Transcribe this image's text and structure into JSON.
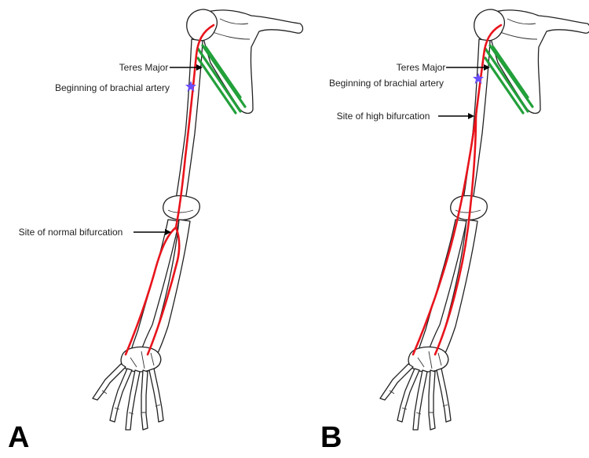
{
  "colors": {
    "artery": "#e8141c",
    "muscle": "#22a03a",
    "star": "#6a4dff",
    "bone_outline": "#222222"
  },
  "panels": [
    {
      "letter": "A",
      "labels": {
        "teres_major": "Teres Major",
        "brachial_start": "Beginning of brachial artery",
        "bifurcation": "Site of normal bifurcation"
      }
    },
    {
      "letter": "B",
      "labels": {
        "teres_major": "Teres Major",
        "brachial_start": "Beginning of brachial artery",
        "bifurcation": "Site of high bifurcation"
      }
    }
  ]
}
